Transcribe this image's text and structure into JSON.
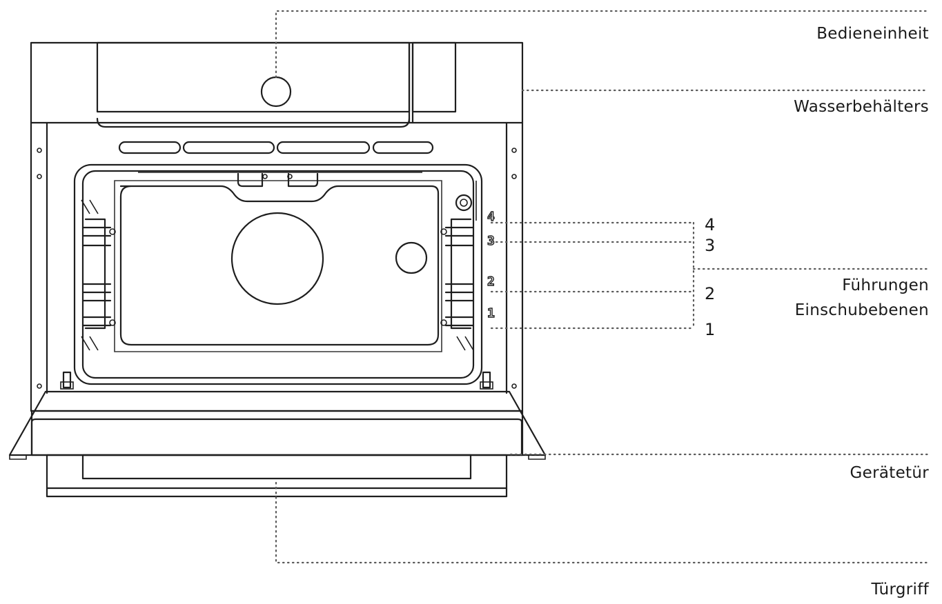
{
  "labels": {
    "control_unit": "Bedieneinheit",
    "water_tank": "Wasserbehälters",
    "guides_line1": "Führungen",
    "guides_line2": "Einschubebenen",
    "door": "Gerätetür",
    "door_handle": "Türgriff"
  },
  "levels": [
    "1",
    "2",
    "3",
    "4"
  ],
  "colors": {
    "ink": "#1e1e1e",
    "leader": "#5a5a5a",
    "background": "#ffffff"
  }
}
